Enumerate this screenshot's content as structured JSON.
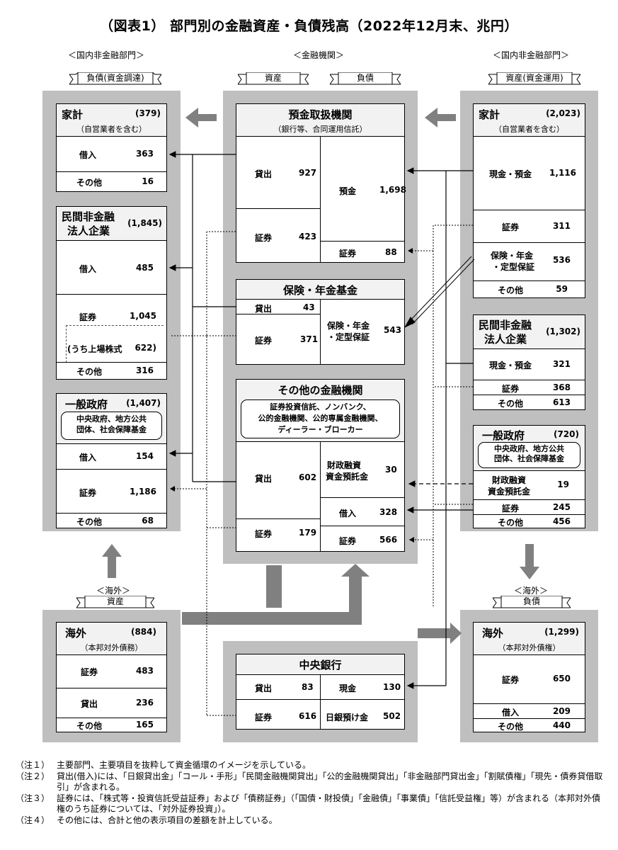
{
  "title": "（図表1） 部門別の金融資産・負債残高（2022年12月末、兆円）",
  "groups": {
    "left": "＜国内非金融部門＞",
    "center": "＜金融機関＞",
    "right": "＜国内非金融部門＞",
    "overseas_left": "＜海外＞",
    "overseas_right": "＜海外＞"
  },
  "banners": {
    "left_liab": "負債(資金調達)",
    "center_asset": "資産",
    "center_liab": "負債",
    "right_asset": "資産(資金運用)",
    "overseas_asset": "資産",
    "overseas_liab": "負債"
  },
  "L_household": {
    "name": "家計",
    "total": "(379)",
    "sub": "（自営業者を含む）",
    "rows": [
      {
        "label": "借入",
        "value": "363"
      },
      {
        "label": "その他",
        "value": "16"
      }
    ]
  },
  "L_corp": {
    "name1": "民間非金融",
    "name2": "法人企業",
    "total": "(1,845)",
    "rows": [
      {
        "label": "借入",
        "value": "485"
      },
      {
        "label": "証券",
        "value": "1,045"
      },
      {
        "label": "(うち上場株式",
        "value": "622)"
      },
      {
        "label": "その他",
        "value": "316"
      }
    ]
  },
  "L_gov": {
    "name": "一般政府",
    "total": "(1,407)",
    "sub1": "中央政府、地方公共",
    "sub2": "団体、社会保障基金",
    "rows": [
      {
        "label": "借入",
        "value": "154"
      },
      {
        "label": "証券",
        "value": "1,186"
      },
      {
        "label": "その他",
        "value": "68"
      }
    ]
  },
  "C_deposit": {
    "name": "預金取扱機関",
    "sub": "（銀行等、合同運用信託）",
    "assets": [
      {
        "label": "貸出",
        "value": "927"
      },
      {
        "label": "証券",
        "value": "423"
      }
    ],
    "liabs": [
      {
        "label": "預金",
        "value": "1,698"
      },
      {
        "label": "証券",
        "value": "88"
      }
    ]
  },
  "C_insurance": {
    "name": "保険・年金基金",
    "assets": [
      {
        "label": "貸出",
        "value": "43"
      },
      {
        "label": "証券",
        "value": "371"
      }
    ],
    "liab1": "保険・年金",
    "liab2": "・定型保証",
    "liab_value": "543"
  },
  "C_other": {
    "name": "その他の金融機関",
    "sub1": "証券投資信託、ノンバンク、",
    "sub2": "公的金融機関、公的専属金融機関、",
    "sub3": "ディーラー・ブローカー",
    "assets": [
      {
        "label": "貸出",
        "value": "602"
      },
      {
        "label": "証券",
        "value": "179"
      }
    ],
    "liab_fiscal1": "財政融資",
    "liab_fiscal2": "資金預託金",
    "liab_fiscal_value": "30",
    "liabs": [
      {
        "label": "借入",
        "value": "328"
      },
      {
        "label": "証券",
        "value": "566"
      }
    ]
  },
  "C_central": {
    "name": "中央銀行",
    "assets": [
      {
        "label": "貸出",
        "value": "83"
      },
      {
        "label": "証券",
        "value": "616"
      }
    ],
    "liabs": [
      {
        "label": "現金",
        "value": "130"
      },
      {
        "label": "日銀預け金",
        "value": "502"
      }
    ]
  },
  "R_household": {
    "name": "家計",
    "total": "(2,023)",
    "sub": "（自営業者を含む）",
    "rows": [
      {
        "label": "現金・預金",
        "value": "1,116"
      },
      {
        "label": "証券",
        "value": "311"
      },
      {
        "label": "保険・年金",
        "label2": "・定型保証",
        "value": "536"
      },
      {
        "label": "その他",
        "value": "59"
      }
    ]
  },
  "R_corp": {
    "name1": "民間非金融",
    "name2": "法人企業",
    "total": "(1,302)",
    "rows": [
      {
        "label": "現金・預金",
        "value": "321"
      },
      {
        "label": "証券",
        "value": "368"
      },
      {
        "label": "その他",
        "value": "613"
      }
    ]
  },
  "R_gov": {
    "name": "一般政府",
    "total": "(720)",
    "sub1": "中央政府、地方公共",
    "sub2": "団体、社会保障基金",
    "rows": [
      {
        "label": "財政融資",
        "label2": "資金預託金",
        "value": "19"
      },
      {
        "label": "証券",
        "value": "245"
      },
      {
        "label": "その他",
        "value": "456"
      }
    ]
  },
  "O_asset": {
    "name": "海外",
    "total": "(884)",
    "sub": "（本邦対外債務）",
    "rows": [
      {
        "label": "証券",
        "value": "483"
      },
      {
        "label": "貸出",
        "value": "236"
      },
      {
        "label": "その他",
        "value": "165"
      }
    ]
  },
  "O_liab": {
    "name": "海外",
    "total": "(1,299)",
    "sub": "（本邦対外債権）",
    "rows": [
      {
        "label": "証券",
        "value": "650"
      },
      {
        "label": "借入",
        "value": "209"
      },
      {
        "label": "その他",
        "value": "440"
      }
    ]
  },
  "notes": [
    {
      "k": "（注１）",
      "t": "主要部門、主要項目を抜粋して資金循環のイメージを示している。"
    },
    {
      "k": "（注２）",
      "t": "貸出(借入)には、「日銀貸出金」「コール・手形」「民間金融機関貸出」「公的金融機関貸出」「非金融部門貸出金」「割賦債権」「現先・債券貸借取引」が含まれる。"
    },
    {
      "k": "（注３）",
      "t": "証券には、「株式等・投資信託受益証券」および「債務証券」（「国債・財投債」「金融債」「事業債」「信託受益権」等）が含まれる（本邦対外債権のうち証券については、「対外証券投資」）。"
    },
    {
      "k": "（注４）",
      "t": "その他には、合計と他の表示項目の差額を計上している。"
    }
  ]
}
